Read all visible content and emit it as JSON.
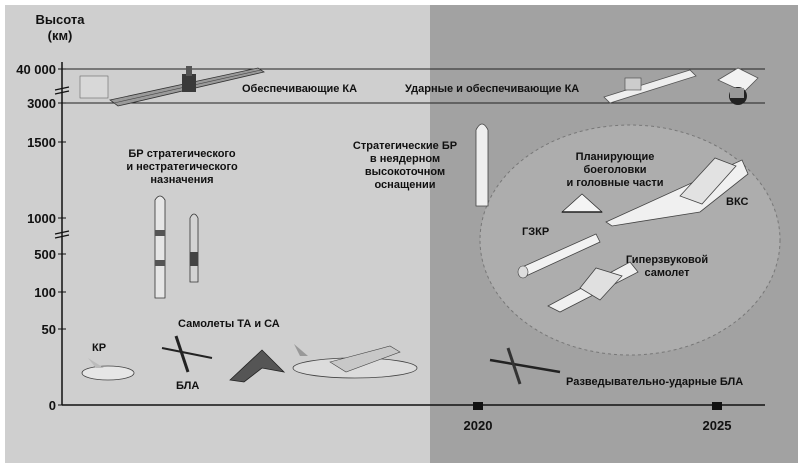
{
  "axis": {
    "y_title": "Высота",
    "y_unit": "(км)",
    "y_ticks": [
      "40 000",
      "3000",
      "1500",
      "1000",
      "500",
      "100",
      "50",
      "0"
    ],
    "x_ticks": [
      "2020",
      "2025"
    ]
  },
  "labels": {
    "support_sat": "Обеспечивающие КА",
    "strike_sat": "Ударные и обеспечивающие КА",
    "br_strategic": "БР стратегического\nи нестратегического\nназначения",
    "br_nonnuclear": "Стратегические БР\nв неядерном\nвысокоточном\nоснащении",
    "gliding": "Планирующие\nбоеголовки\nи головные части",
    "vks": "ВКС",
    "gzkr": "ГЗКР",
    "hypersonic": "Гиперзвуковой\nсамолет",
    "aircraft": "Самолеты ТА и СА",
    "kr": "КР",
    "bla": "БЛА",
    "recon_uav": "Разведывательно-ударные БЛА"
  },
  "colors": {
    "left_panel": "#cfcfcf",
    "right_panel": "#a2a2a2",
    "axis": "#111111"
  }
}
